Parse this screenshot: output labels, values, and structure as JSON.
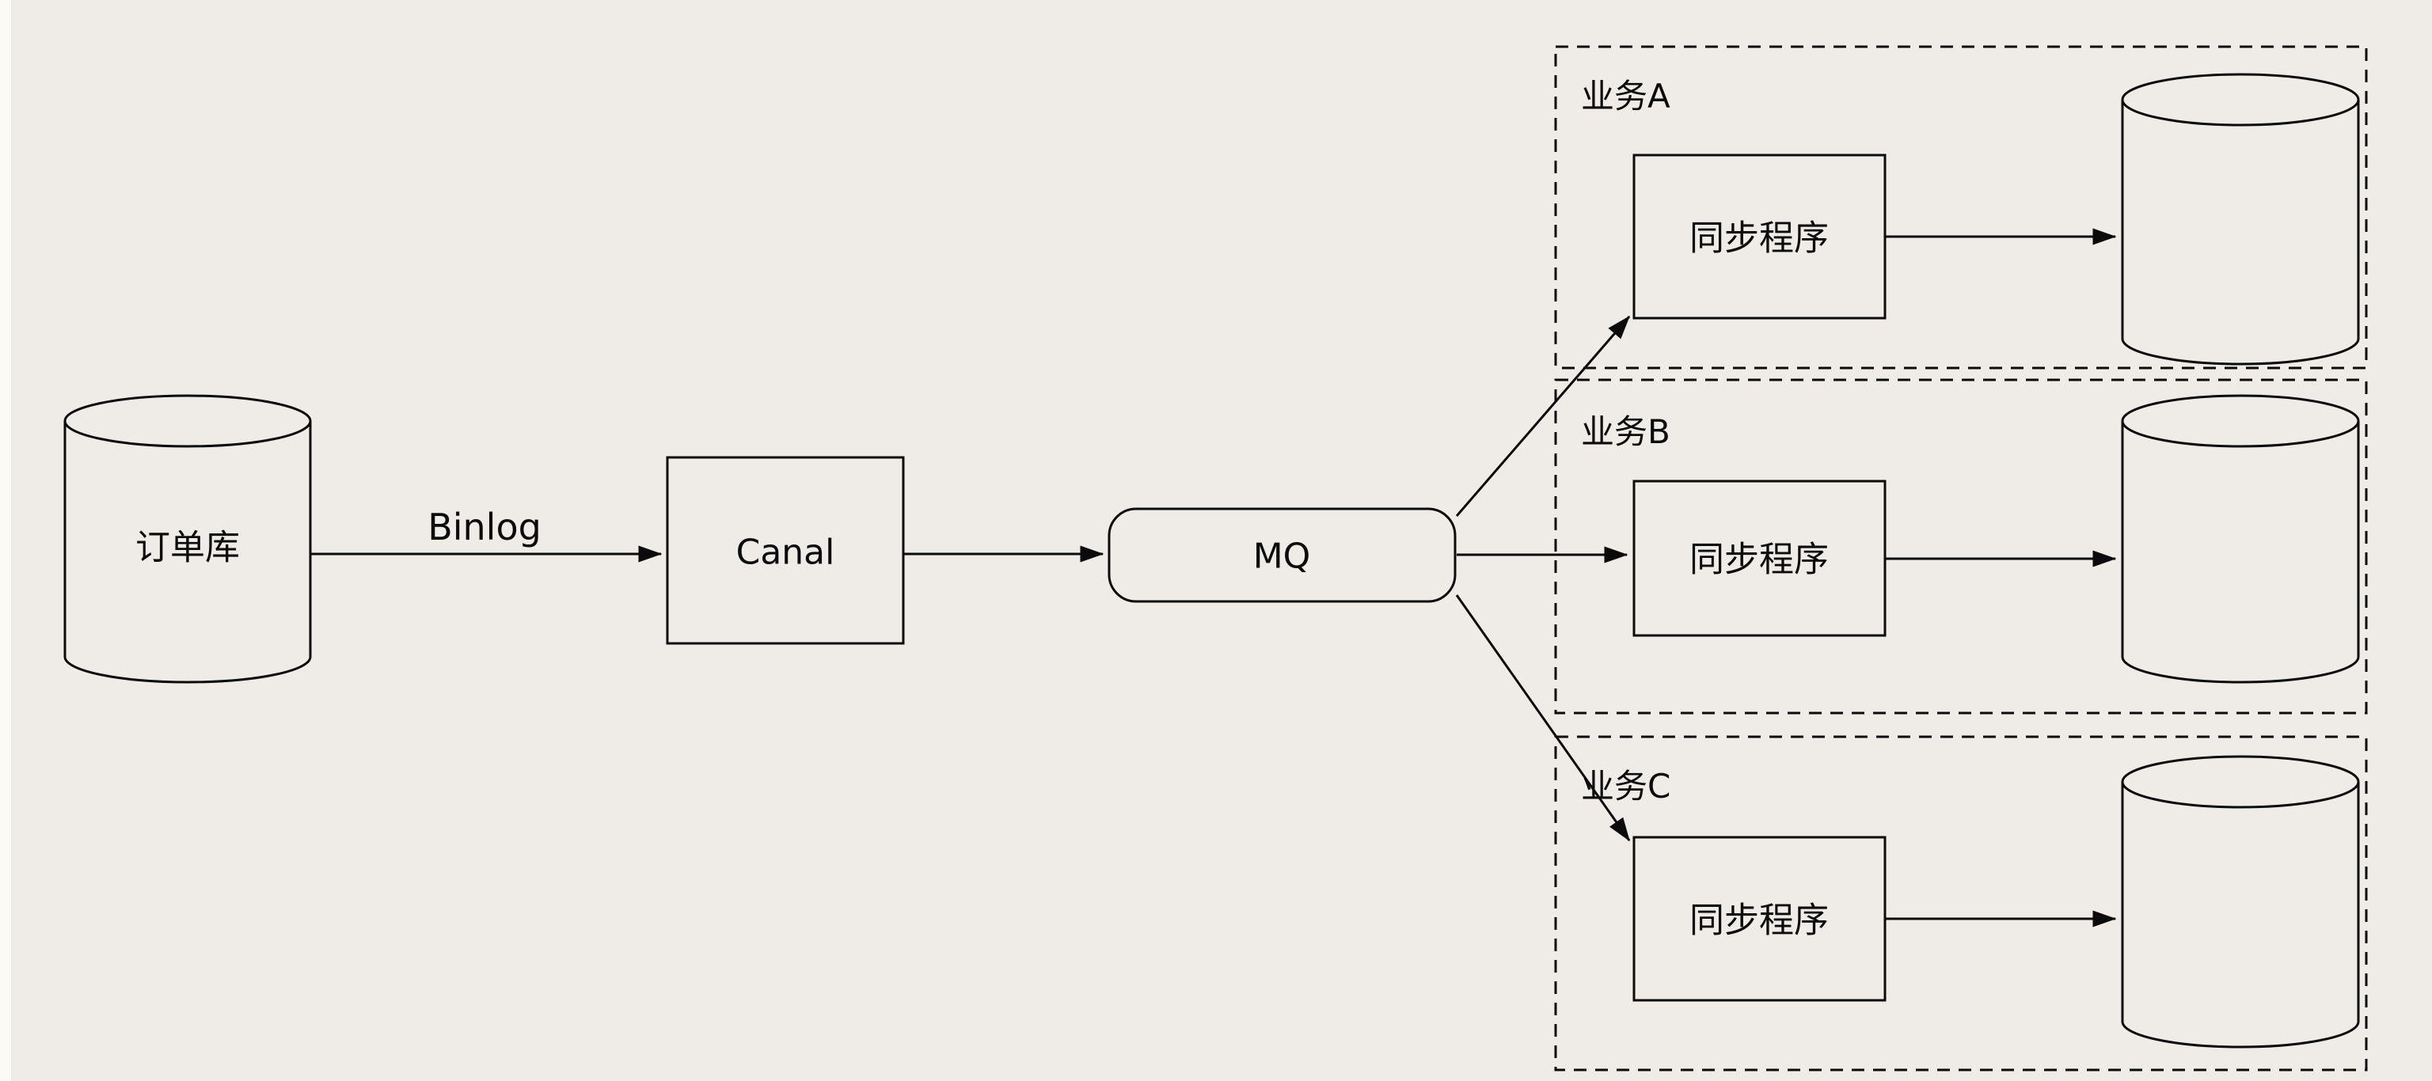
{
  "diagram": {
    "title": "Binlog sync fan-out architecture",
    "colors": {
      "background": "#efece7",
      "stroke": "#0b0b0b"
    },
    "source_db_label": "订单库",
    "binlog_label": "Binlog",
    "canal_label": "Canal",
    "mq_label": "MQ",
    "groups": [
      {
        "name": "业务A",
        "sync_label": "同步程序"
      },
      {
        "name": "业务B",
        "sync_label": "同步程序"
      },
      {
        "name": "业务C",
        "sync_label": "同步程序"
      }
    ]
  }
}
